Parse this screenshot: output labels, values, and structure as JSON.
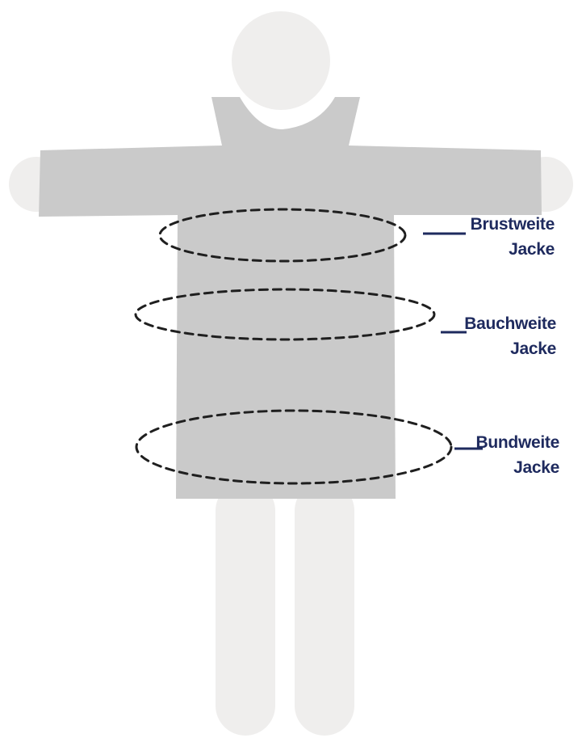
{
  "colors": {
    "body": "#efeeed",
    "jacket": "#cacaca",
    "measure_line": "#1f1f1f",
    "label_text": "#1e2a5e"
  },
  "measurements": [
    {
      "id": "brust",
      "line1": "Brustweite",
      "line2": "Jacke"
    },
    {
      "id": "bauch",
      "line1": "Bauchweite",
      "line2": "Jacke"
    },
    {
      "id": "bund",
      "line1": "Bundweite",
      "line2": "Jacke"
    }
  ]
}
